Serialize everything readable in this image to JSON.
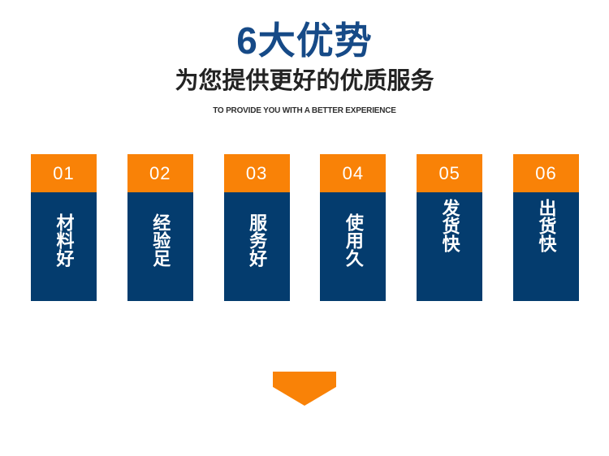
{
  "header": {
    "title": "6大优势",
    "subtitle": "为您提供更好的优质服务",
    "english_caption": "TO PROVIDE YOU WITH A BETTER EXPERIENCE",
    "title_color": "#164a87",
    "subtitle_color": "#232323"
  },
  "theme": {
    "orange": "#f98207",
    "navy": "#043c6e",
    "background": "#ffffff",
    "text_on_card": "#ffffff"
  },
  "cards": [
    {
      "number": "01",
      "text": "材料好",
      "align": "align-mid"
    },
    {
      "number": "02",
      "text": "经验足",
      "align": "align-mid"
    },
    {
      "number": "03",
      "text": "服务好",
      "align": "align-mid"
    },
    {
      "number": "04",
      "text": "使用久",
      "align": "align-mid"
    },
    {
      "number": "05",
      "text": "发货快",
      "align": "align-top"
    },
    {
      "number": "06",
      "text": "出货快",
      "align": "align-top"
    }
  ],
  "footer": {
    "arrow_icon": "arrow-down-icon",
    "arrow_color": "#f98207"
  }
}
